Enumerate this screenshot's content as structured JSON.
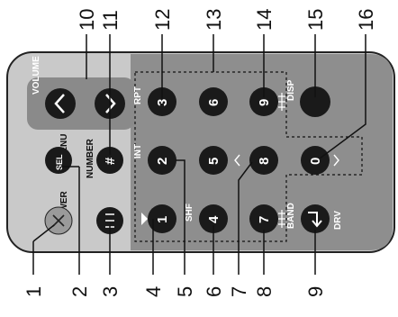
{
  "callouts": {
    "c1": "1",
    "c2": "2",
    "c3": "3",
    "c4": "4",
    "c5": "5",
    "c6": "6",
    "c7": "7",
    "c8": "8",
    "c9": "9",
    "c10": "10",
    "c11": "11",
    "c12": "12",
    "c13": "13",
    "c14": "14",
    "c15": "15",
    "c16": "16"
  },
  "labels": {
    "volume": "VOLUME",
    "rpt": "RPT",
    "disp": "DISP",
    "menu": "MENU",
    "number": "NUMBER",
    "int": "INT",
    "power": "POWER",
    "shf": "SHF",
    "band": "BAND",
    "drv": "DRV"
  },
  "buttons": {
    "sel": "SEL",
    "hash": "#",
    "k1": "1",
    "k2": "2",
    "k3": "3",
    "k4": "4",
    "k5": "5",
    "k6": "6",
    "k7": "7",
    "k8": "8",
    "k9": "9",
    "k0": "0"
  },
  "icons": {
    "power": "mute-icon",
    "src": "src-icon",
    "vol_up": "chevron-left-icon",
    "vol_down": "chevron-right-icon",
    "band": "enter-arrow-icon"
  },
  "colors": {
    "panel": "#8e8e8e",
    "body": "#c9c9c9",
    "button": "#1a1a1a"
  }
}
